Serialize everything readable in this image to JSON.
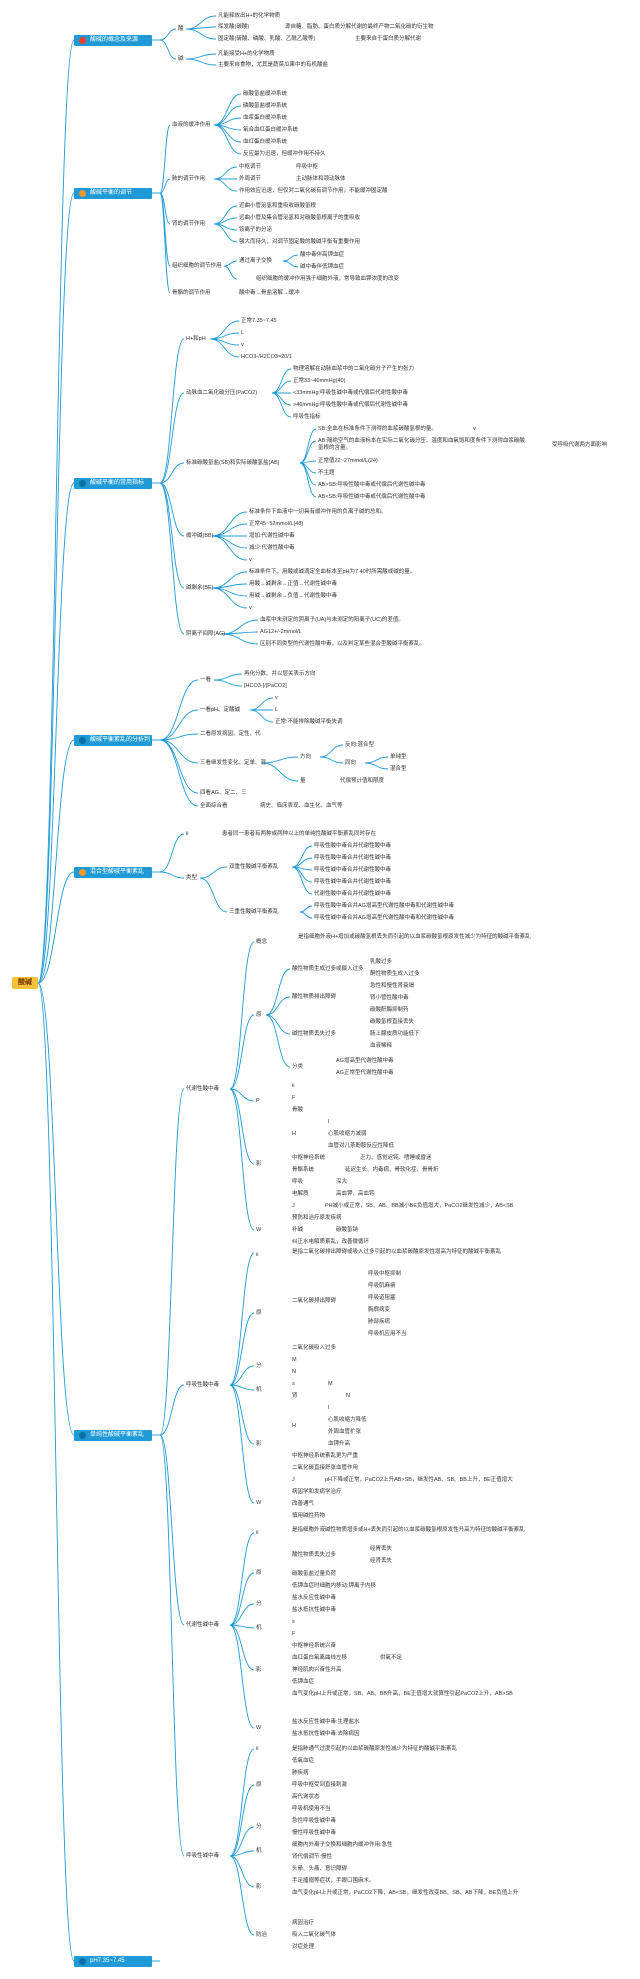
{
  "colors": {
    "root_bg": "#f3c23a",
    "topic_bg": "#1f9ad6",
    "line": "#1f9ad6",
    "dot_red": "#e8412c",
    "dot_orange": "#f39a2c"
  },
  "root": {
    "label": "酸碱"
  },
  "topics": [
    {
      "label": "酸碱的概念及来源",
      "icon": "red-dot"
    },
    {
      "label": "酸碱平衡的调节",
      "icon": "orange-dot"
    },
    {
      "label": "酸碱平衡的常用指标",
      "icon": "blue-dot"
    },
    {
      "label": "酸碱平衡紊乱的分析判断",
      "icon": "blue-dot"
    },
    {
      "label": "混合型酸碱平衡紊乱",
      "icon": "orange-dot"
    },
    {
      "label": "单纯性酸碱平衡紊乱",
      "icon": "blue-dot"
    },
    {
      "label": "pH7.35~7.45",
      "icon": "blue-dot"
    }
  ],
  "nodes": {
    "acid": "酸",
    "acid_def": "凡能释放出H+的化学物质",
    "volatile": "挥发酸(碳酸)",
    "volatile_desc": "源自糖、脂肪、蛋白质分解代谢的最终产物二氧化碳的衍生物",
    "fixed": "固定酸(硫酸、磷酸、乳酸、乙酰乙酸等)",
    "fixed_desc": "主要来自于蛋白质分解代谢",
    "base": "碱",
    "base_def": "凡能接受H+的化学物质",
    "base_src": "主要来自食物，尤其是蔬菜瓜果中的有机酸盐",
    "blood_buffer": "血液的缓冲作用",
    "buf1": "碳酸氢盐缓冲系统",
    "buf2": "磷酸氢盐缓冲系统",
    "buf3": "血浆蛋白缓冲系统",
    "buf4": "氧合血红蛋白缓冲系统",
    "buf5": "血红蛋白缓冲系统",
    "buf_feat": "反应最为迅速，但缓冲作用不持久",
    "lung_reg": "肺的调节作用",
    "central_reg": "中枢调节",
    "central_desc": "呼吸中枢",
    "peripheral_reg": "外周调节",
    "peripheral_desc": "主动脉体和颈动脉体",
    "lung_feat": "作用效应迅速，但仅对二氧化碳有调节作用，不能缓冲固定酸",
    "kidney_reg": "肾的调节作用",
    "kidney1": "近曲小管泌氢和重吸收碳酸氢根",
    "kidney2": "远曲小管及集合管泌氢和对碳酸氢根离子的重吸收",
    "kidney3": "铵离子的分泌",
    "kidney_feat": "强大而持久，对调节固定酸的酸碱平衡有重要作用",
    "cell_reg": "组织细胞的调节作用",
    "ion_exchange": "通过离子交换",
    "ion1": "酸中毒伴高钾血症",
    "ion2": "碱中毒伴低钾血症",
    "cell_feat": "组织细胞的缓冲作用强于细胞外液，常导致血钾浓度的改变",
    "bone_reg": "骨骼的调节作用",
    "bone_desc": "酸中毒→骨盐溶解→缓冲",
    "ph_and_h": "H+和pH",
    "ph_normal": "正常7.35~7.45",
    "ph_low": "L",
    "ph_high": "v",
    "hco3_ratio": "HCO3-/H2CO3=20/1",
    "paco2": "动脉血二氧化碳分压(PaCO2)",
    "paco2_def": "物理溶解在动脉血浆中的二氧化碳分子产生的张力",
    "paco2_normal": "正常33~46mmHg(40)",
    "paco2_low": "<33mmHg:呼吸性碱中毒或代偿后代谢性酸中毒",
    "paco2_high": ">46mmHg:呼吸性酸中毒或代偿后代谢性碱中毒",
    "paco2_resp": "呼吸性指标",
    "sb_ab": "标准碳酸氢盐(SB)和实际碳酸氢盐(AB)",
    "sb_def": "SB:全血在标准条件下测得的血浆碳酸氢根的量。",
    "sb_mark": "v",
    "ab_def": "AB:隔绝空气的血液标本在实际二氧化碳分压、温度和血氧饱和度条件下测得血浆碳酸氢根的含量。",
    "ab_note": "受呼吸代谢两方面影响",
    "sb_normal": "正常值22~27mmol/L(24)",
    "sb_mark2": "不主题",
    "ab_gt_sb": "AB>SB:呼吸性酸中毒或代偿后代谢性碱中毒",
    "ab_lt_sb": "AB<SB:呼吸性碱中毒或代偿后代谢性酸中毒",
    "bb": "缓冲碱(BB)",
    "bb_def": "标准条件下血液中一切具有缓冲作用的负离子碱的总和。",
    "bb_normal": "正常45~52mmol/L(48)",
    "bb_up": "增加:代谢性碱中毒",
    "bb_down": "减少:代谢性酸中毒",
    "bb_mark": "v",
    "be": "碱剩余(BE)",
    "be_def": "标准条件下，用酸或碱滴定全血标本至pH为7.40时所需酸或碱的量。",
    "be_pos": "用酸→碱剩余→正值→代谢性碱中毒",
    "be_neg": "用碱→碱剩余→负值→代谢性酸中毒",
    "be_mark": "v",
    "ag": "阴离子间隙(AG)",
    "ag_def": "血浆中未测定的阴离子(UA)与未测定的阳离子(UC)的差值。",
    "ag_normal": "AG12+/-2mmol/L",
    "ag_use": "区别不同类型的代谢性酸中毒，以及判定某些混合型酸碱平衡紊乱。",
    "look1": "一看",
    "look1_desc": "再化分数、并以层关表示方向",
    "hco3_paco2": "[HCO3-]/[PaCO2]",
    "look_ph": "一看pH、定酸碱",
    "ph_v": "v",
    "ph_l": "L",
    "ph_normal_mixed": "正常:不能排除酸碱平衡失调",
    "look2": "二看原发病因、定性、代",
    "look3": "三看继发性变化、定单、混",
    "direction": "方向",
    "opposite": "反向:混合型",
    "same_dir": "同向",
    "single": "单纯型",
    "mixed": "混合型",
    "amount": "量",
    "compensate": "代偿预计值和限度",
    "look4": "四看AG、定二、三",
    "overall": "全面综合看",
    "overall_desc": "病史、临床表现、血生化、血气等",
    "mixed_def": "患者同一患者有两种或两种以上的单纯性酸碱平衡紊乱同时存在",
    "mixed_types": "类型",
    "double": "双重性酸碱平衡紊乱",
    "d1": "呼吸性酸中毒合并代谢性酸中毒",
    "d2": "呼吸性酸中毒合并代谢性碱中毒",
    "d3": "呼吸性碱中毒合并代谢性酸中毒",
    "d4": "呼吸性碱中毒合并代谢性碱中毒",
    "d5": "代谢性酸中毒合并代谢性碱中毒",
    "triple": "三重性酸碱平衡紊乱",
    "t1": "呼吸性酸中毒合并AG增高型代谢性酸中毒和代谢性碱中毒",
    "t2": "呼吸性碱中毒合并AG增高型代谢性酸中毒和代谢性碱中毒",
    "met_acid": "代谢性酸中毒",
    "concept": "概念",
    "met_acid_def": "是指细胞外液H+增加或碳酸氢根丢失而引起的以血浆碳酸氢根原发性减少为特征的酸碱平衡紊乱",
    "cause": "原",
    "acid_increase": "酸性物质生成过多或摄入过多",
    "lactic": "乳酸过多",
    "keto": "酮性物质生成入过多",
    "acid_excrete": "酸性物质排出障碍",
    "ae1": "急性和慢性肾衰竭",
    "ae2": "肾小管性酸中毒",
    "ae3": "碳酸酐酶抑制药",
    "base_loss": "碱性物质丢失过多",
    "bl1": "碳酸氢根直接丢失",
    "bl2": "肠上腺皮质功能低下",
    "bl3": "血液稀释",
    "classify": "分类",
    "ag_up": "AG增高型代谢性酸中毒",
    "ag_norm": "AG正常型代谢性酸中毒",
    "mech_p": "P",
    "mech_p2": "F",
    "mech_acid": "骨酸",
    "effect": "影",
    "heart": "H",
    "h1": "心肌收缩力减弱",
    "h2": "血管对儿茶酚胺反应性降低",
    "cns": "中枢神经系统",
    "cns_desc": "乏力、感觉迟钝、嗜睡或昏迷",
    "bone_sys": "骨骼系统",
    "bone_sys_desc": "延迟生长、内毒病、骨软化症、骨骨折",
    "breath": "呼吸",
    "breath_desc": "深大",
    "elec": "电解质",
    "elec_desc": "高血钾、高血钙",
    "lab": "J",
    "lab_desc": "PH减小或正常，SB、AB、BB减小BE负值增大，PaCO2继发性减少，AB<SB",
    "treat": "W",
    "treat1": "预防和治疗原发疾病",
    "treat2": "补碱",
    "treat2_desc": "碳酸氢钠",
    "treat3": "纠正水电解质紊乱，改善微循环",
    "resp_acid": "呼吸性酸中毒",
    "resp_acid_def": "是指二氧化碳排出障碍或吸入过多引起的以血浆碳酸原发性增高为特征的酸碱平衡紊乱",
    "ra_cause": "原",
    "co2_out": "二氧化碳排出障碍",
    "co1": "呼吸中枢抑制",
    "co2": "呼吸肌麻痹",
    "co3": "呼吸道阻塞",
    "co4": "胸廓病变",
    "co5": "肺部疾病",
    "co6": "呼吸机应用不当",
    "co2_in": "二氧化碳吸入过多",
    "ra_cls": "分",
    "ra_m": "M",
    "ra_n": "N",
    "ra_mech": "机",
    "ra_mech2": "M",
    "ra_mech3": "N",
    "ra_effect": "影",
    "ra_h": "H",
    "ra_h1": "心肌收缩力降低",
    "ra_h2": "外周血管扩张",
    "ra_h3": "血钾升高",
    "ra_cns": "中枢神经系统紊乱更为严重",
    "ra_co2": "二氧化碳直接舒张血管作用",
    "ra_lab": "J",
    "ra_lab_desc": "pH下降或正常，PaCO2上升AB>SB，继发性AB、SB、BB上升，BE正值增大",
    "ra_treat": "W",
    "ra_t1": "病因学和发病学治疗",
    "ra_t2": "改善通气",
    "ra_t3": "慎用碱性药物",
    "met_base": "代谢性碱中毒",
    "mb_def": "是指细胞外液碱性物质增多或H+丢失而引起的以血浆碳酸氢根原发性升高为特征的酸碱平衡紊乱",
    "mb_cause": "原",
    "mb_h_loss": "酸性物质丢失过多",
    "mb_h1": "经胃丢失",
    "mb_h2": "经肾丢失",
    "mb_base_in": "碳酸氢盐过量负荷",
    "mb_hypo": "低钾血症时细胞内移动:钾离子内移",
    "mb_cls": "分",
    "mb_c1": "盐水反应性碱中毒",
    "mb_c2": "盐水抵抗性碱中毒",
    "mb_mech": "机",
    "mb_mech2": "F",
    "mb_effect": "影",
    "mb_e1": "中枢神经系统兴奋",
    "mb_e2": "血红蛋白氧离曲线左移",
    "mb_e2b": "供氧不足",
    "mb_e3": "神经肌肉兴奋性升高",
    "mb_e4": "低钾血症",
    "mb_lab": "血气变化pH上升或正常，SB、AB、BB升高，BE正值增大就算性引起PaCO2上升，AB>SB",
    "mb_treat": "W",
    "mb_t1": "盐水反应性碱中毒:生理盐水",
    "mb_t2": "盐水抵抗性碱中毒:去除病因",
    "resp_base": "呼吸性碱中毒",
    "rb_def": "是指肺通气过度引起的以血浆碳酸原发性减少为特征的酸碱平衡紊乱",
    "rb_cause": "原",
    "rb_c1": "低氧血症",
    "rb_c2": "肺疾病",
    "rb_c3": "呼吸中枢受到直接刺激",
    "rb_c4": "高代谢状态",
    "rb_c5": "呼吸机使用不当",
    "rb_cls": "分",
    "rb_a": "急性呼吸性碱中毒",
    "rb_b": "慢性呼吸性碱中毒",
    "rb_mech": "机",
    "rb_m1": "细胞内外离子交换和细胞内缓冲作用:急性",
    "rb_m2": "肾代偿调节:慢性",
    "rb_effect": "影",
    "rb_e1": "头晕、头痛、意识障碍",
    "rb_e2": "手足搐搦等症状，手眼口围麻木。",
    "rb_lab": "血气变化pH上升或正常，PaCO2下降，AB<SB，继发性改变BB、SB、AB下降，BE负值上升",
    "rb_treat": "防治",
    "rb_t1": "病因治疗",
    "rb_t2": "吸入二氧化碳气体",
    "rb_t3": "对症处理"
  }
}
